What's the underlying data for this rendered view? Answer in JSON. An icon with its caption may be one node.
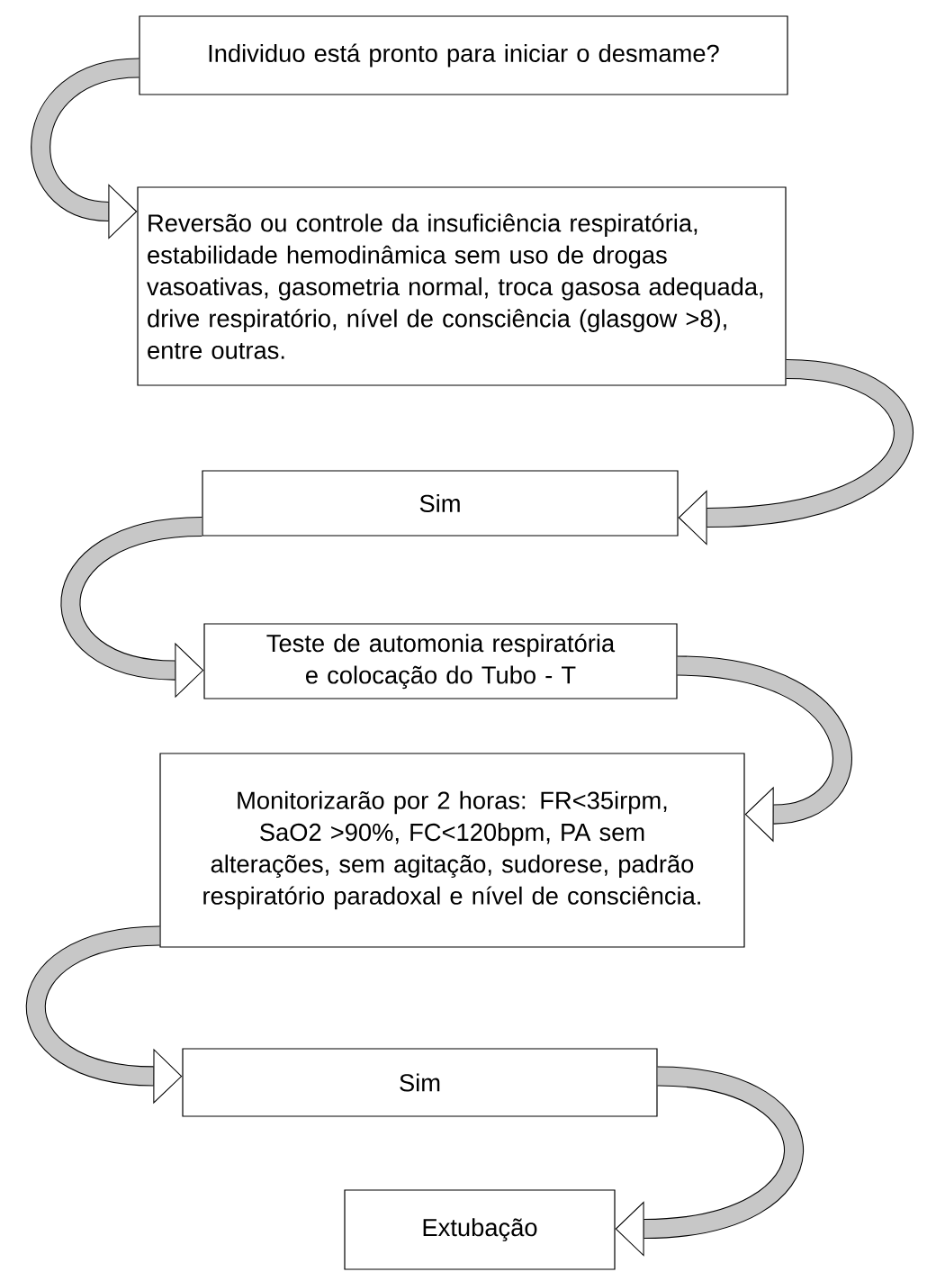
{
  "diagram": {
    "nodes": [
      {
        "text": [
          "Individuo está pronto para iniciar o desmame?"
        ]
      },
      {
        "text": [
          "Reversão ou controle da insuficiência respiratória, estabilidade hemodinâmica sem uso de drogas vasoativas, gasometria normal, troca gasosa adequada, drive respiratório, nível de consciência (glasgow >8), entre outras."
        ]
      },
      {
        "text": [
          "Sim"
        ]
      },
      {
        "text": [
          "Teste de automonia respiratória e colocação do Tubo - T"
        ]
      },
      {
        "text": [
          "Monitorizarão por 2 horas: FR<35irpm, SaO2 >90%, FC<120bpm,  PA sem alterações, sem agitação, sudorese, padrão respiratório paradoxal e nível de consciência."
        ]
      },
      {
        "text": [
          "Sim"
        ]
      },
      {
        "text": [
          "Extubação"
        ]
      }
    ],
    "edges": [
      {
        "from": 0,
        "to": 1,
        "arrow": "to"
      },
      {
        "from": 1,
        "to": 2,
        "arrow": "to"
      },
      {
        "from": 2,
        "to": 3,
        "arrow": "to"
      },
      {
        "from": 3,
        "to": 4,
        "arrow": "to"
      },
      {
        "from": 4,
        "to": 5,
        "arrow": "to"
      },
      {
        "from": 5,
        "to": 6,
        "arrow": "to"
      }
    ]
  }
}
